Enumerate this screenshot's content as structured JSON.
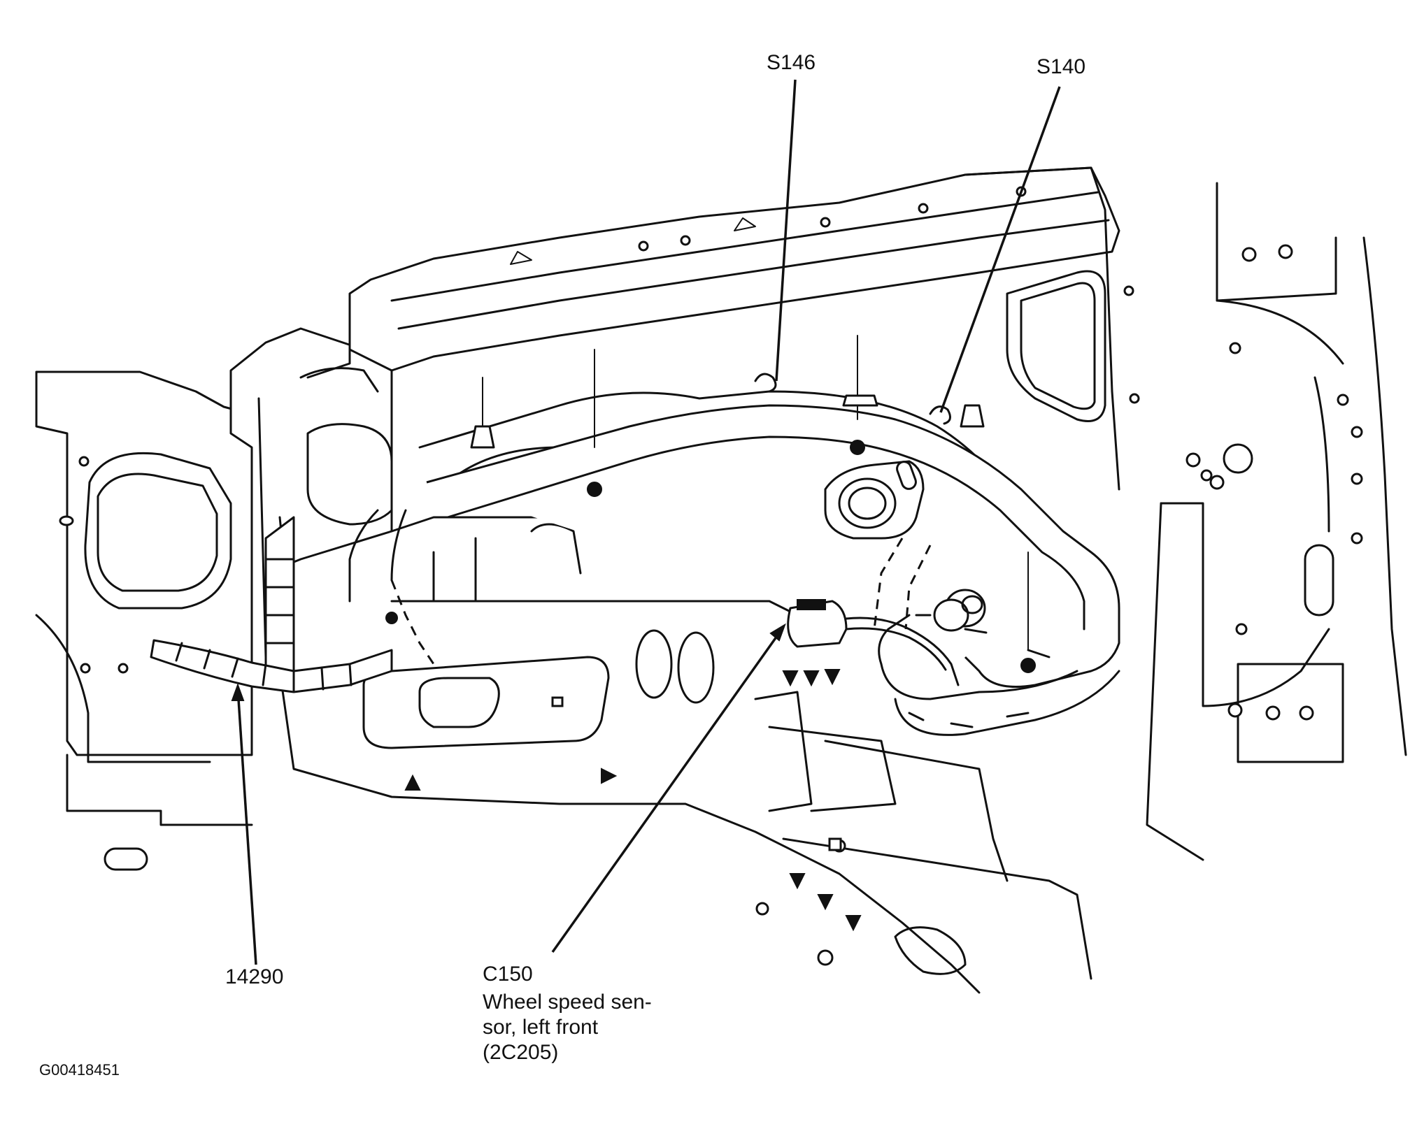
{
  "figure_id": "G00418451",
  "callouts": {
    "s146": "S146",
    "s140": "S140",
    "part_14290": "14290",
    "c150": "C150"
  },
  "c150_description": [
    "Wheel speed sen-",
    "sor, left front",
    "(2C205)"
  ]
}
